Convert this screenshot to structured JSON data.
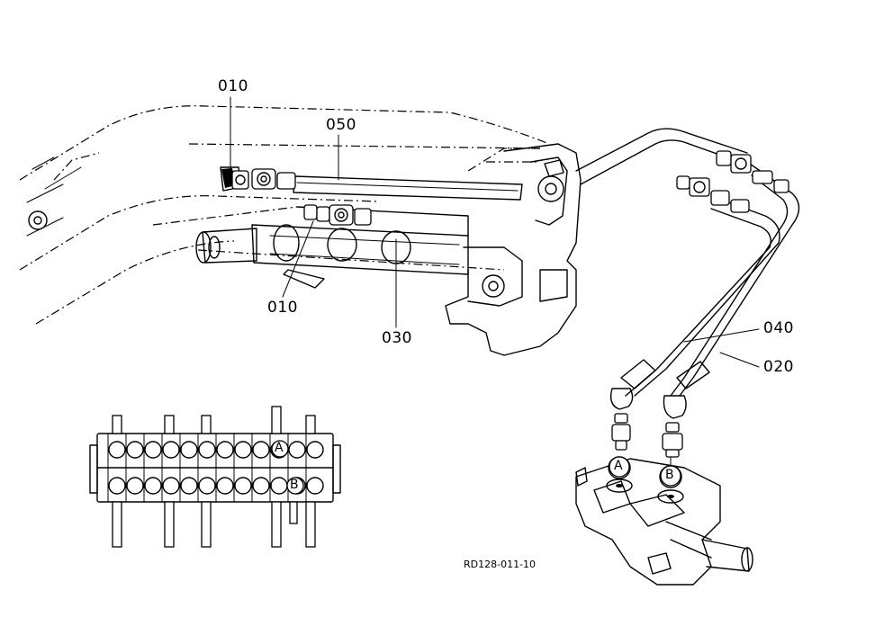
{
  "labels": {
    "p010_top": "010",
    "p050": "050",
    "p010_bottom": "010",
    "p030": "030",
    "p040": "040",
    "p020": "020"
  },
  "ports": {
    "a_small": "A",
    "b_small": "B",
    "a_valve": "A",
    "b_valve": "B"
  },
  "reference": "RD128-011-10",
  "icons": [
    "boom-assembly",
    "hydraulic-cylinder",
    "hydraulic-hose",
    "hose-fitting",
    "control-valve-block"
  ]
}
